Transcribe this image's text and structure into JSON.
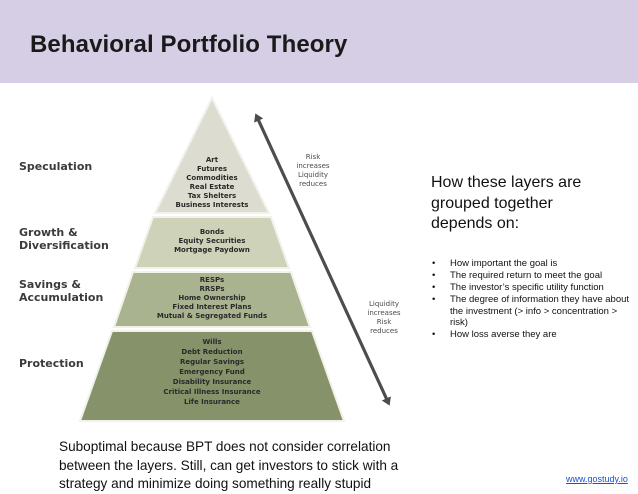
{
  "header": {
    "title": "Behavioral Portfolio Theory"
  },
  "layers": [
    {
      "label_lines": [
        "Speculation"
      ]
    },
    {
      "label_lines": [
        "Growth &",
        "Diversification"
      ]
    },
    {
      "label_lines": [
        "Savings &",
        "Accumulation"
      ]
    },
    {
      "label_lines": [
        "Protection"
      ]
    }
  ],
  "pyramid": {
    "tiers": [
      {
        "items": [
          "Art",
          "Futures",
          "Commodities",
          "Real Estate",
          "Tax Shelters",
          "Business Interests"
        ]
      },
      {
        "items": [
          "Bonds",
          "Equity Securities",
          "Mortgage Paydown"
        ]
      },
      {
        "items": [
          "RESPs",
          "RRSPs",
          "Home Ownership",
          "Fixed Interest Plans",
          "Mutual & Segregated Funds"
        ]
      },
      {
        "items": [
          "Wills",
          "Debt Reduction",
          "Regular Savings",
          "Emergency Fund",
          "Disability Insurance",
          "Critical Illness Insurance",
          "Life Insurance"
        ]
      }
    ],
    "colors": {
      "tier1": "#dcdcd0",
      "tier2": "#cdd2b8",
      "tier3": "#a9b390",
      "tier4": "#85926a",
      "outline": "#f2f2ea",
      "arrow": "#4d4d4d"
    }
  },
  "arrow_labels": {
    "up": [
      "Risk",
      "increases",
      "Liquidity",
      "reduces"
    ],
    "down": [
      "Liquidity",
      "increases",
      "Risk",
      "reduces"
    ]
  },
  "right_panel": {
    "title_lines": [
      "How these layers are",
      "grouped together",
      "depends on:"
    ],
    "bullets": [
      "How important the goal is",
      "The required return to meet the goal",
      "The investor’s specific utility function",
      "The degree of information they have about the investment (> info > concentration > risk)",
      "How loss averse they are"
    ]
  },
  "bottom_note": {
    "lines": [
      "Suboptimal because BPT does not consider correlation",
      "between the layers. Still, can get investors to stick with a",
      "strategy and minimize doing something really stupid"
    ]
  },
  "footer": {
    "link": "www.gostudy.io"
  }
}
